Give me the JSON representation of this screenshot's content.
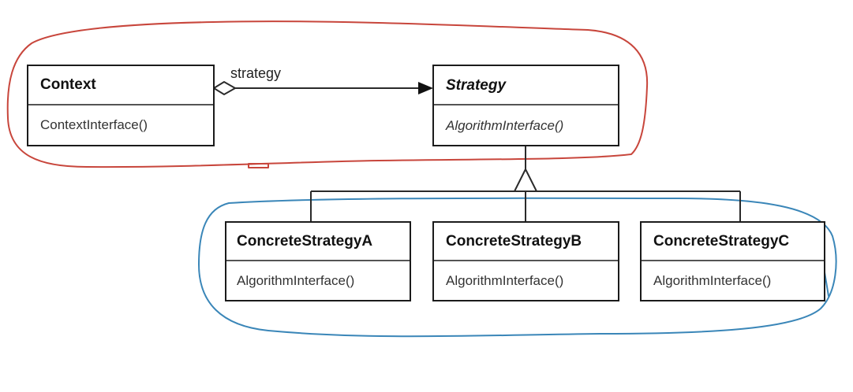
{
  "classes": {
    "context": {
      "name": "Context",
      "operation": "ContextInterface()"
    },
    "strategy": {
      "name": "Strategy",
      "operation": "AlgorithmInterface()"
    },
    "concrete_a": {
      "name": "ConcreteStrategyA",
      "operation": "AlgorithmInterface()"
    },
    "concrete_b": {
      "name": "ConcreteStrategyB",
      "operation": "AlgorithmInterface()"
    },
    "concrete_c": {
      "name": "ConcreteStrategyC",
      "operation": "AlgorithmInterface()"
    }
  },
  "association": {
    "label": "strategy"
  },
  "annotations": {
    "red_outline_color": "#c8463c",
    "blue_outline_color": "#3a86b8"
  }
}
